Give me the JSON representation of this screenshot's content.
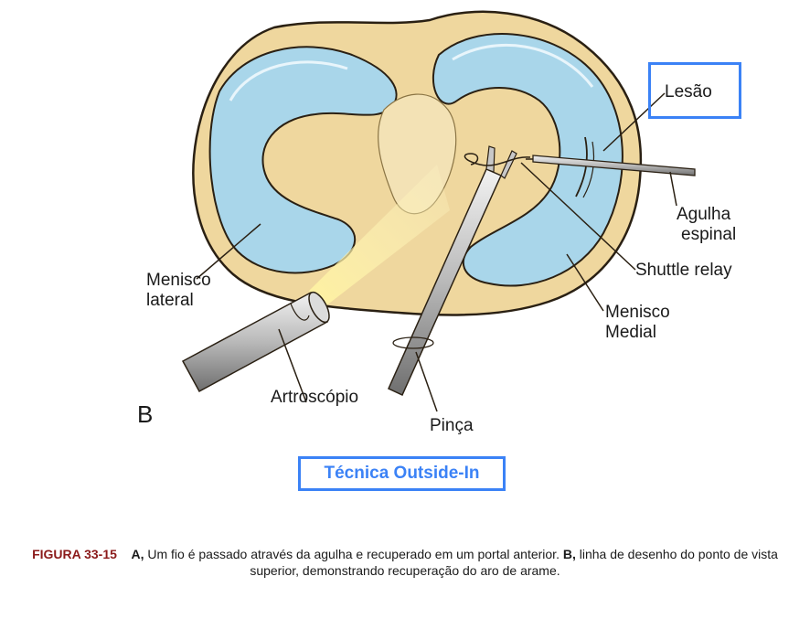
{
  "labels": {
    "lesion": "Lesão",
    "needle_line1": "Agulha",
    "needle_line2": "espinal",
    "shuttle": "Shuttle relay",
    "medial_line1": "Menisco",
    "medial_line2": "Medial",
    "lateral_line1": "Menisco",
    "lateral_line2": "lateral",
    "arthroscope": "Artroscópio",
    "forceps": "Pinça",
    "panel_letter": "B"
  },
  "technique_title": "Técnica Outside-In",
  "caption": {
    "figure_label": "FIGURA 33-15",
    "part_a_label": "A,",
    "part_a_text": "Um fio é passado através da agulha e recuperado em um portal anterior.",
    "part_b_label": "B,",
    "part_b_text": "linha de desenho do ponto de vista superior, demonstrando recuperação do aro de arame."
  },
  "colors": {
    "tibia_fill": "#efd79e",
    "tibia_stroke": "#2a2013",
    "meniscus_fill": "#a9d6ea",
    "meniscus_light": "#d9eef7",
    "light_beam": "#fff3a0",
    "highlight_box": "#3b82f6",
    "caption_label": "#8b1a1a"
  }
}
